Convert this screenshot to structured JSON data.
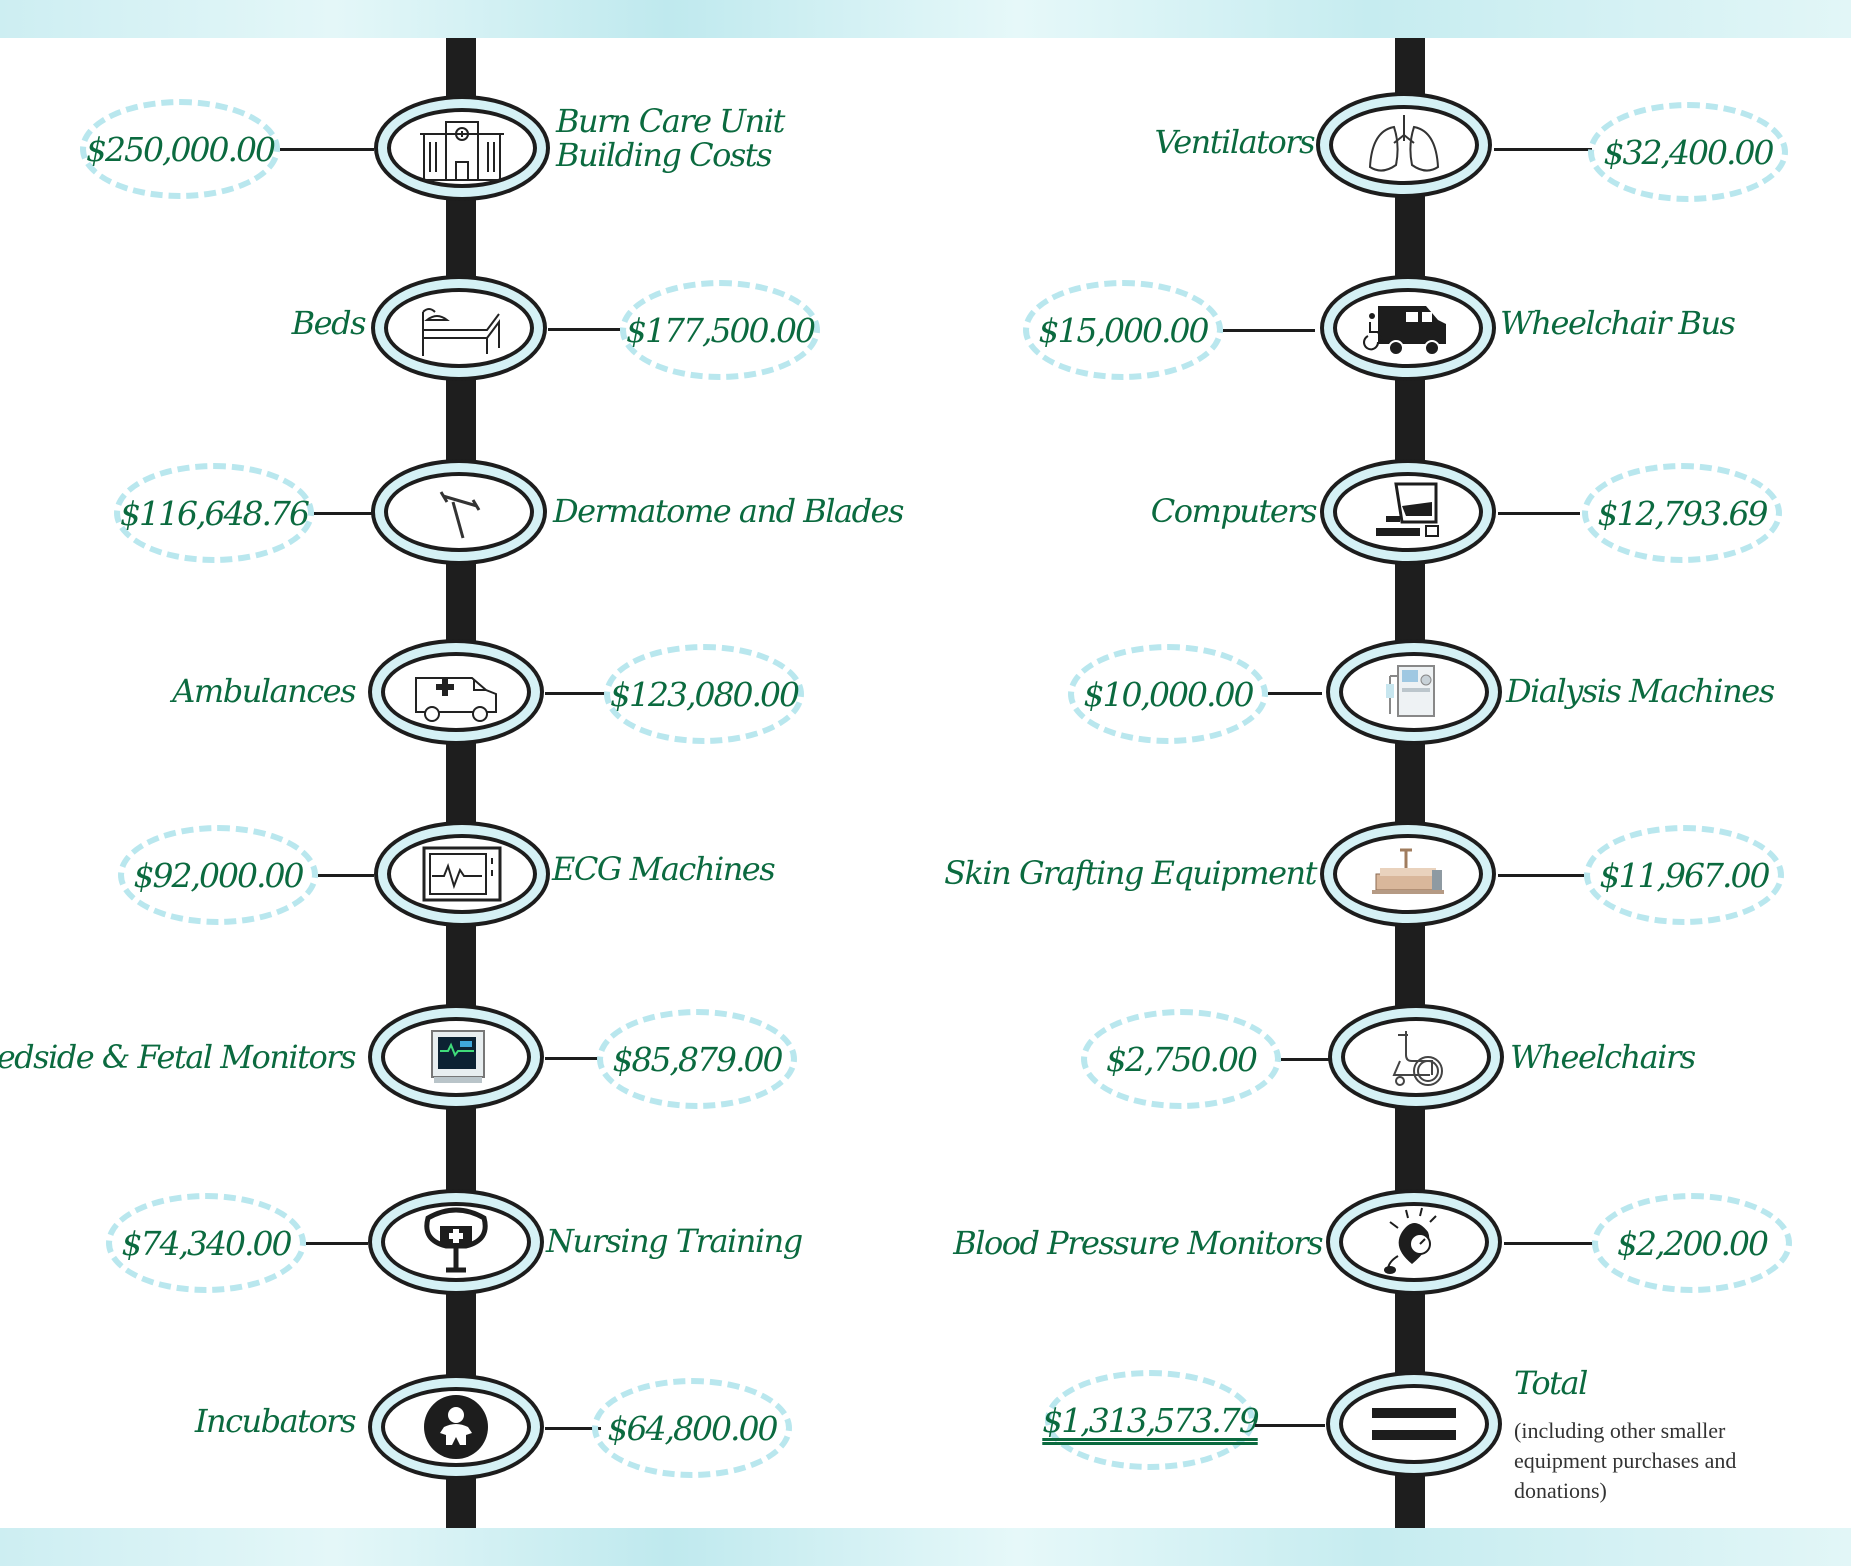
{
  "left_column": [
    {
      "label": "Burn Care Unit Building Costs",
      "amount": "$250,000.00",
      "icon": "building-icon"
    },
    {
      "label": "Beds",
      "amount": "$177,500.00",
      "icon": "bed-icon"
    },
    {
      "label": "Dermatome and Blades",
      "amount": "$116,648.76",
      "icon": "dermatome-icon"
    },
    {
      "label": "Ambulances",
      "amount": "$123,080.00",
      "icon": "ambulance-icon"
    },
    {
      "label": "ECG Machines",
      "amount": "$92,000.00",
      "icon": "ecg-monitor-icon"
    },
    {
      "label": "Bedside & Fetal Monitors",
      "amount": "$85,879.00",
      "icon": "bedside-monitor-icon"
    },
    {
      "label": "Nursing Training",
      "amount": "$74,340.00",
      "icon": "nursing-icon"
    },
    {
      "label": "Incubators",
      "amount": "$64,800.00",
      "icon": "baby-icon"
    }
  ],
  "right_column": [
    {
      "label": "Ventilators",
      "amount": "$32,400.00",
      "icon": "lungs-icon"
    },
    {
      "label": "Wheelchair Bus",
      "amount": "$15,000.00",
      "icon": "wheelchair-bus-icon"
    },
    {
      "label": "Computers",
      "amount": "$12,793.69",
      "icon": "computer-icon"
    },
    {
      "label": "Dialysis Machines",
      "amount": "$10,000.00",
      "icon": "dialysis-machine-icon"
    },
    {
      "label": "Skin Grafting Equipment",
      "amount": "$11,967.00",
      "icon": "skin-graft-icon"
    },
    {
      "label": "Wheelchairs",
      "amount": "$2,750.00",
      "icon": "wheelchair-icon"
    },
    {
      "label": "Blood Pressure Monitors",
      "amount": "$2,200.00",
      "icon": "blood-pressure-icon"
    }
  ],
  "total": {
    "label": "Total",
    "amount": "$1,313,573.79",
    "note": "(including other smaller equipment purchases and donations)",
    "icon": "equals-icon"
  },
  "colors": {
    "text_green": "#0b6a3f",
    "bubble_blue": "#b9e7ee",
    "spine": "#1e1e1e"
  }
}
